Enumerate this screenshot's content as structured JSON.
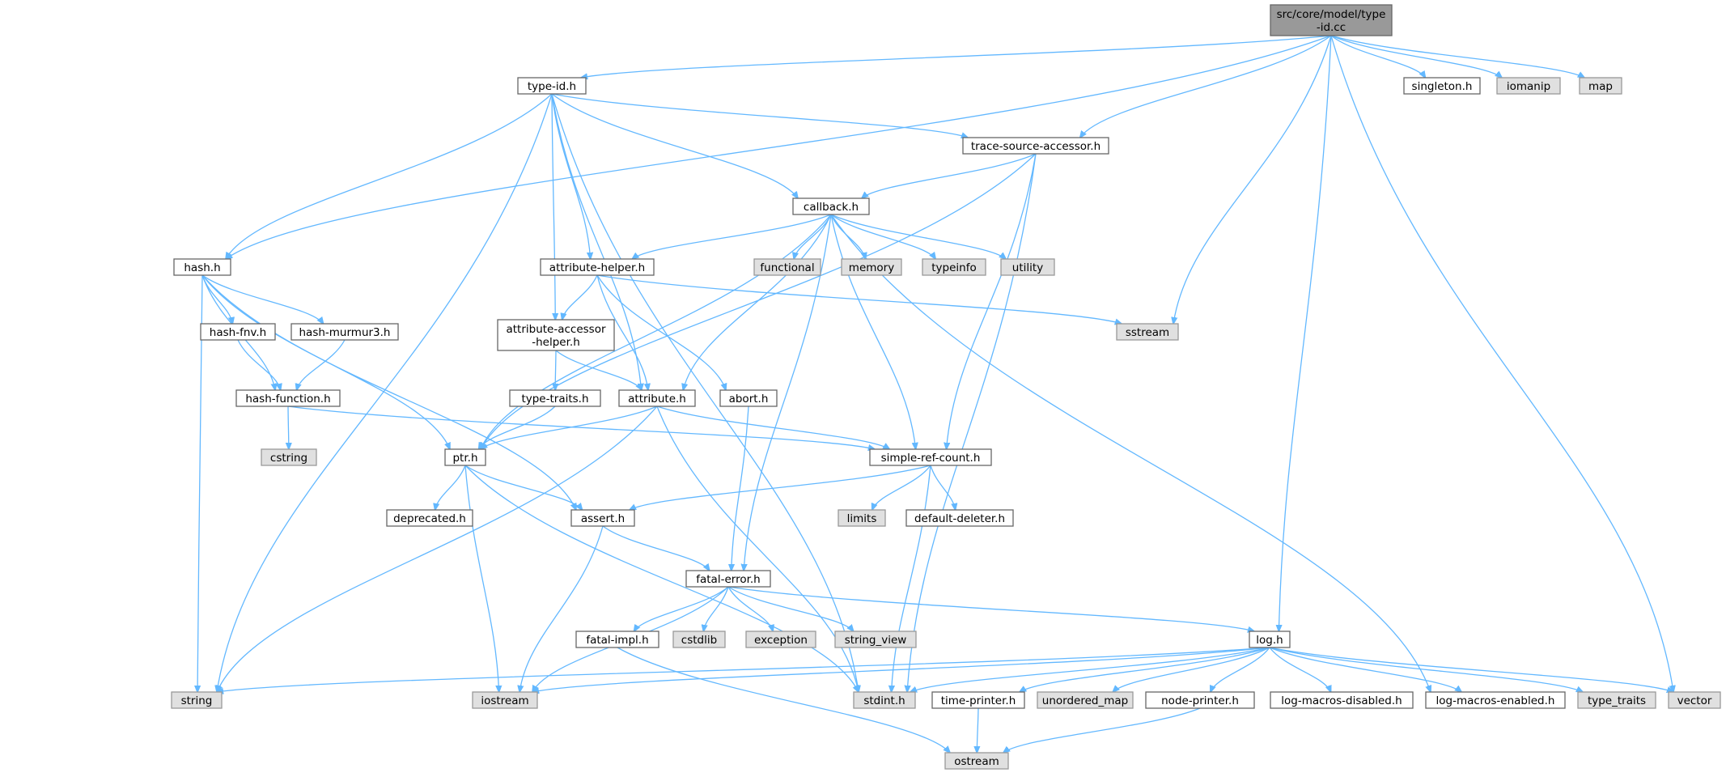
{
  "diagram": {
    "type": "include-dependency-graph",
    "colors": {
      "edge": "#63b8ff",
      "root_fill": "#999999",
      "system_fill": "#e0e0e0",
      "user_fill": "#ffffff",
      "border": "#666666"
    },
    "nodes": [
      {
        "id": "root",
        "lines": [
          "src/core/model/type",
          "-id.cc"
        ],
        "kind": "root"
      },
      {
        "id": "type_id_h",
        "lines": [
          "type-id.h"
        ],
        "kind": "user"
      },
      {
        "id": "singleton_h",
        "lines": [
          "singleton.h"
        ],
        "kind": "user"
      },
      {
        "id": "iomanip",
        "lines": [
          "iomanip"
        ],
        "kind": "system"
      },
      {
        "id": "map",
        "lines": [
          "map"
        ],
        "kind": "system"
      },
      {
        "id": "trace_source_accessor_h",
        "lines": [
          "trace-source-accessor.h"
        ],
        "kind": "user"
      },
      {
        "id": "callback_h",
        "lines": [
          "callback.h"
        ],
        "kind": "user"
      },
      {
        "id": "hash_h",
        "lines": [
          "hash.h"
        ],
        "kind": "user"
      },
      {
        "id": "attribute_helper_h",
        "lines": [
          "attribute-helper.h"
        ],
        "kind": "user"
      },
      {
        "id": "functional",
        "lines": [
          "functional"
        ],
        "kind": "system"
      },
      {
        "id": "memory",
        "lines": [
          "memory"
        ],
        "kind": "system"
      },
      {
        "id": "typeinfo",
        "lines": [
          "typeinfo"
        ],
        "kind": "system"
      },
      {
        "id": "utility",
        "lines": [
          "utility"
        ],
        "kind": "system"
      },
      {
        "id": "sstream",
        "lines": [
          "sstream"
        ],
        "kind": "system"
      },
      {
        "id": "hash_fnv_h",
        "lines": [
          "hash-fnv.h"
        ],
        "kind": "user"
      },
      {
        "id": "hash_murmur3_h",
        "lines": [
          "hash-murmur3.h"
        ],
        "kind": "user"
      },
      {
        "id": "attribute_accessor_helper_h",
        "lines": [
          "attribute-accessor",
          "-helper.h"
        ],
        "kind": "user"
      },
      {
        "id": "hash_function_h",
        "lines": [
          "hash-function.h"
        ],
        "kind": "user"
      },
      {
        "id": "type_traits_h",
        "lines": [
          "type-traits.h"
        ],
        "kind": "user"
      },
      {
        "id": "attribute_h",
        "lines": [
          "attribute.h"
        ],
        "kind": "user"
      },
      {
        "id": "abort_h",
        "lines": [
          "abort.h"
        ],
        "kind": "user"
      },
      {
        "id": "cstring",
        "lines": [
          "cstring"
        ],
        "kind": "system"
      },
      {
        "id": "ptr_h",
        "lines": [
          "ptr.h"
        ],
        "kind": "user"
      },
      {
        "id": "simple_ref_count_h",
        "lines": [
          "simple-ref-count.h"
        ],
        "kind": "user"
      },
      {
        "id": "deprecated_h",
        "lines": [
          "deprecated.h"
        ],
        "kind": "user"
      },
      {
        "id": "assert_h",
        "lines": [
          "assert.h"
        ],
        "kind": "user"
      },
      {
        "id": "limits",
        "lines": [
          "limits"
        ],
        "kind": "system"
      },
      {
        "id": "default_deleter_h",
        "lines": [
          "default-deleter.h"
        ],
        "kind": "user"
      },
      {
        "id": "fatal_error_h",
        "lines": [
          "fatal-error.h"
        ],
        "kind": "user"
      },
      {
        "id": "fatal_impl_h",
        "lines": [
          "fatal-impl.h"
        ],
        "kind": "user"
      },
      {
        "id": "cstdlib",
        "lines": [
          "cstdlib"
        ],
        "kind": "system"
      },
      {
        "id": "exception",
        "lines": [
          "exception"
        ],
        "kind": "system"
      },
      {
        "id": "string_view",
        "lines": [
          "string_view"
        ],
        "kind": "system"
      },
      {
        "id": "log_h",
        "lines": [
          "log.h"
        ],
        "kind": "user"
      },
      {
        "id": "string",
        "lines": [
          "string"
        ],
        "kind": "system"
      },
      {
        "id": "iostream",
        "lines": [
          "iostream"
        ],
        "kind": "system"
      },
      {
        "id": "stdint_h",
        "lines": [
          "stdint.h"
        ],
        "kind": "system"
      },
      {
        "id": "time_printer_h",
        "lines": [
          "time-printer.h"
        ],
        "kind": "user"
      },
      {
        "id": "unordered_map",
        "lines": [
          "unordered_map"
        ],
        "kind": "system"
      },
      {
        "id": "node_printer_h",
        "lines": [
          "node-printer.h"
        ],
        "kind": "user"
      },
      {
        "id": "log_macros_disabled_h",
        "lines": [
          "log-macros-disabled.h"
        ],
        "kind": "user"
      },
      {
        "id": "log_macros_enabled_h",
        "lines": [
          "log-macros-enabled.h"
        ],
        "kind": "user"
      },
      {
        "id": "type_traits",
        "lines": [
          "type_traits"
        ],
        "kind": "system"
      },
      {
        "id": "vector",
        "lines": [
          "vector"
        ],
        "kind": "system"
      },
      {
        "id": "ostream",
        "lines": [
          "ostream"
        ],
        "kind": "system"
      }
    ],
    "edges": [
      [
        "root",
        "type_id_h"
      ],
      [
        "root",
        "hash_h"
      ],
      [
        "root",
        "trace_source_accessor_h"
      ],
      [
        "root",
        "singleton_h"
      ],
      [
        "root",
        "iomanip"
      ],
      [
        "root",
        "map"
      ],
      [
        "root",
        "sstream"
      ],
      [
        "root",
        "log_h"
      ],
      [
        "root",
        "vector"
      ],
      [
        "type_id_h",
        "hash_h"
      ],
      [
        "type_id_h",
        "trace_source_accessor_h"
      ],
      [
        "type_id_h",
        "callback_h"
      ],
      [
        "type_id_h",
        "attribute_helper_h"
      ],
      [
        "type_id_h",
        "attribute_accessor_helper_h"
      ],
      [
        "type_id_h",
        "attribute_h"
      ],
      [
        "type_id_h",
        "string"
      ],
      [
        "type_id_h",
        "stdint_h"
      ],
      [
        "trace_source_accessor_h",
        "callback_h"
      ],
      [
        "trace_source_accessor_h",
        "ptr_h"
      ],
      [
        "trace_source_accessor_h",
        "simple_ref_count_h"
      ],
      [
        "trace_source_accessor_h",
        "stdint_h"
      ],
      [
        "callback_h",
        "attribute_helper_h"
      ],
      [
        "callback_h",
        "functional"
      ],
      [
        "callback_h",
        "memory"
      ],
      [
        "callback_h",
        "typeinfo"
      ],
      [
        "callback_h",
        "utility"
      ],
      [
        "callback_h",
        "attribute_h"
      ],
      [
        "callback_h",
        "ptr_h"
      ],
      [
        "callback_h",
        "simple_ref_count_h"
      ],
      [
        "callback_h",
        "fatal_error_h"
      ],
      [
        "callback_h",
        "log_macros_enabled_h"
      ],
      [
        "hash_h",
        "hash_fnv_h"
      ],
      [
        "hash_h",
        "hash_murmur3_h"
      ],
      [
        "hash_h",
        "hash_function_h"
      ],
      [
        "hash_h",
        "ptr_h"
      ],
      [
        "hash_h",
        "assert_h"
      ],
      [
        "hash_h",
        "string"
      ],
      [
        "attribute_helper_h",
        "attribute_accessor_helper_h"
      ],
      [
        "attribute_helper_h",
        "attribute_h"
      ],
      [
        "attribute_helper_h",
        "abort_h"
      ],
      [
        "attribute_helper_h",
        "sstream"
      ],
      [
        "hash_fnv_h",
        "hash_function_h"
      ],
      [
        "hash_murmur3_h",
        "hash_function_h"
      ],
      [
        "attribute_accessor_helper_h",
        "type_traits_h"
      ],
      [
        "attribute_accessor_helper_h",
        "attribute_h"
      ],
      [
        "hash_function_h",
        "cstring"
      ],
      [
        "hash_function_h",
        "simple_ref_count_h"
      ],
      [
        "type_traits_h",
        "ptr_h"
      ],
      [
        "attribute_h",
        "ptr_h"
      ],
      [
        "attribute_h",
        "simple_ref_count_h"
      ],
      [
        "attribute_h",
        "string"
      ],
      [
        "attribute_h",
        "stdint_h"
      ],
      [
        "abort_h",
        "fatal_error_h"
      ],
      [
        "ptr_h",
        "deprecated_h"
      ],
      [
        "ptr_h",
        "assert_h"
      ],
      [
        "ptr_h",
        "iostream"
      ],
      [
        "ptr_h",
        "stdint_h"
      ],
      [
        "simple_ref_count_h",
        "assert_h"
      ],
      [
        "simple_ref_count_h",
        "limits"
      ],
      [
        "simple_ref_count_h",
        "default_deleter_h"
      ],
      [
        "simple_ref_count_h",
        "stdint_h"
      ],
      [
        "assert_h",
        "fatal_error_h"
      ],
      [
        "assert_h",
        "iostream"
      ],
      [
        "fatal_error_h",
        "fatal_impl_h"
      ],
      [
        "fatal_error_h",
        "cstdlib"
      ],
      [
        "fatal_error_h",
        "exception"
      ],
      [
        "fatal_error_h",
        "string_view"
      ],
      [
        "fatal_error_h",
        "log_h"
      ],
      [
        "fatal_error_h",
        "iostream"
      ],
      [
        "fatal_impl_h",
        "ostream"
      ],
      [
        "log_h",
        "string"
      ],
      [
        "log_h",
        "iostream"
      ],
      [
        "log_h",
        "stdint_h"
      ],
      [
        "log_h",
        "time_printer_h"
      ],
      [
        "log_h",
        "unordered_map"
      ],
      [
        "log_h",
        "node_printer_h"
      ],
      [
        "log_h",
        "log_macros_disabled_h"
      ],
      [
        "log_h",
        "log_macros_enabled_h"
      ],
      [
        "log_h",
        "type_traits"
      ],
      [
        "log_h",
        "vector"
      ],
      [
        "time_printer_h",
        "ostream"
      ],
      [
        "node_printer_h",
        "ostream"
      ]
    ]
  }
}
